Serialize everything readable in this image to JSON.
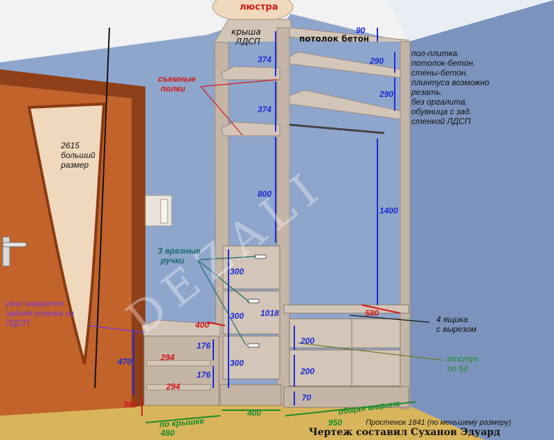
{
  "colors": {
    "wall": "#8fa6cc",
    "wall_dark": "#7c94bd",
    "ceiling": "#e9eef5",
    "floor": "#d8b55a",
    "board": "#c4b5a6",
    "board_light": "#d3c6b9",
    "board_dark": "#9b8b7c",
    "door": "#c2632c",
    "door_dark": "#8f4019",
    "glass": "#f0d8bd",
    "dim_blue": "#1a2bd6",
    "dim_red": "#d01818",
    "dim_green": "#1a8a2a"
  },
  "labels": {
    "chandelier": "люстра",
    "roof_line1": "крыша",
    "roof_line2": "ЛДСП",
    "ceiling_concrete": "потолок бетон",
    "removable_shelves_1": "съемные",
    "removable_shelves_2": "полки",
    "height_total": "2615",
    "height_note_1": "больший",
    "height_note_2": "размер",
    "handles_1": "3 врезные",
    "handles_2": "ручки",
    "corner_1": "угол закруглен",
    "corner_2": "задняя стенка из",
    "corner_3": "ЛДСП",
    "drawers_1": "4 ящика",
    "drawers_2": "с вырезом",
    "offset_1": "отступ",
    "offset_2": "по 50",
    "by_top": "по крышке",
    "total_width": "общая ширина",
    "wall_gap": "Простенок 1841 (по меньшему размеру)",
    "author": "Чертеж составил Суханов Эдуард",
    "watermark": "DEZALI"
  },
  "notes": [
    "пол-плитка.",
    "потолок-бетон.",
    "стены-бетон.",
    "плинтуса возможно",
    "резать.",
    "без оргалита.",
    "обувница с зад.",
    "стенкой ЛДСП"
  ],
  "dimensions": {
    "d_90": "90",
    "d_290_top": "290",
    "d_290_mid": "290",
    "d_374_top": "374",
    "d_374_mid": "374",
    "d_800": "800",
    "d_1400": "1400",
    "d_300_a": "300",
    "d_300_b": "300",
    "d_300_c": "300",
    "d_1018": "1018",
    "d_580": "580",
    "d_200_a": "200",
    "d_200_b": "200",
    "d_70": "70",
    "d_400_top": "400",
    "d_176_a": "176",
    "d_176_b": "176",
    "d_294_a": "294",
    "d_294_b": "294",
    "d_470": "470",
    "d_380": "380",
    "d_400_bottom": "400",
    "d_950": "950",
    "d_480": "480"
  }
}
